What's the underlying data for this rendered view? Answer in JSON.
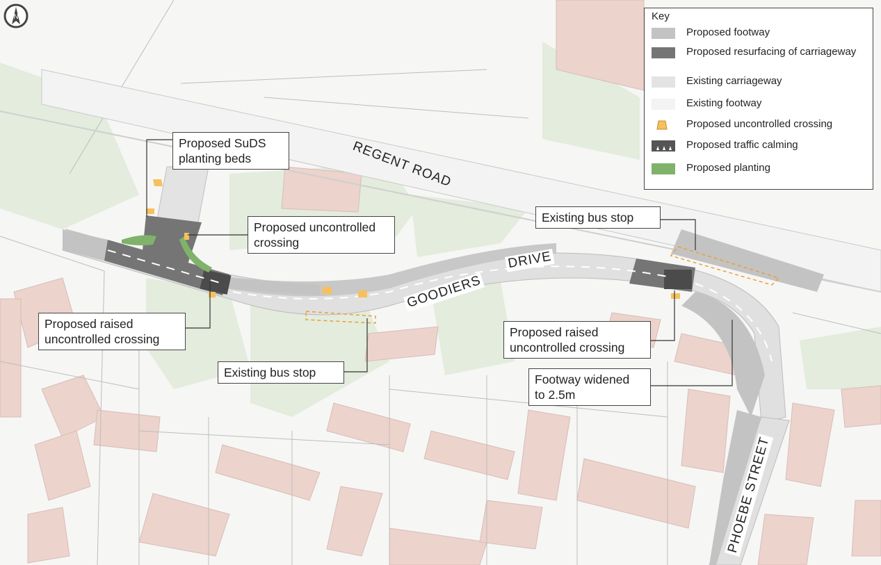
{
  "key": {
    "title": "Key",
    "items": [
      {
        "label": "Proposed footway",
        "color": "#c3c3c3",
        "icon": "swatch"
      },
      {
        "label": "Proposed resurfacing of carriageway",
        "color": "#757575",
        "icon": "swatch"
      },
      {
        "label": "Existing carriageway",
        "color": "#e3e3e3",
        "icon": "swatch"
      },
      {
        "label": "Existing footway",
        "color": "#f3f3f3",
        "icon": "swatch"
      },
      {
        "label": "Proposed uncontrolled crossing",
        "color": "#f6c15c",
        "icon": "crossing-icon"
      },
      {
        "label": "Proposed traffic calming",
        "color": "#555555",
        "icon": "traffic-calming-icon"
      },
      {
        "label": "Proposed planting",
        "color": "#7fb26a",
        "icon": "swatch"
      }
    ]
  },
  "roads": {
    "regent": "REGENT ROAD",
    "goodiers": "GOODIERS",
    "drive": "DRIVE",
    "phoebe": "PHOEBE STREET"
  },
  "callouts": {
    "suds": [
      "Proposed SuDS",
      "planting beds"
    ],
    "uncontrolled": [
      "Proposed uncontrolled",
      "crossing"
    ],
    "raised_left": [
      "Proposed raised",
      "uncontrolled crossing"
    ],
    "bus_stop_bottom": [
      "Existing bus stop"
    ],
    "bus_stop_top": [
      "Existing bus stop"
    ],
    "raised_right": [
      "Proposed raised",
      "uncontrolled crossing"
    ],
    "footway": [
      "Footway widened",
      "to 2.5m"
    ]
  },
  "north_arrow": {
    "letter": "N",
    "icon": "north-arrow-icon"
  },
  "colors": {
    "building": "#ecd3cc",
    "green": "#e3ecdd",
    "background": "#f6f6f5"
  }
}
